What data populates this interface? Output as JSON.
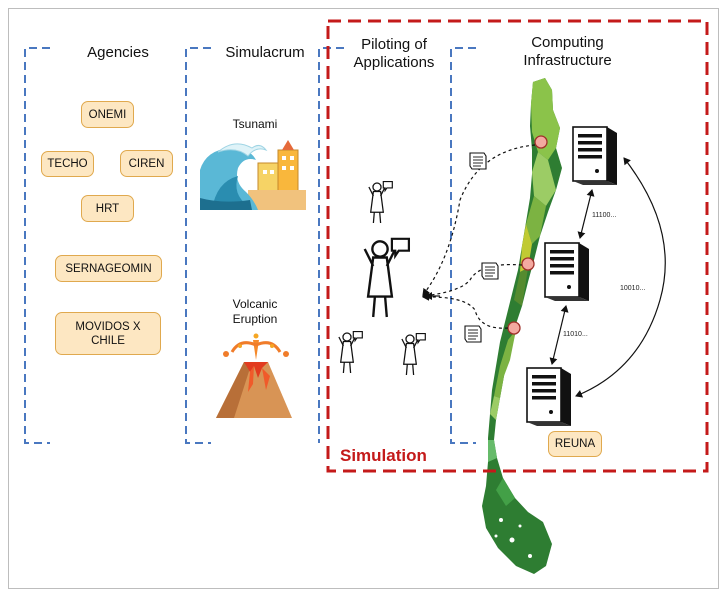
{
  "headers": {
    "agencies": "Agencies",
    "simulacrum": "Simulacrum",
    "piloting": "Piloting of\nApplications",
    "computing": "Computing\nInfrastructure"
  },
  "agencies": [
    "ONEMI",
    "TECHO",
    "CIREN",
    "HRT",
    "SERNAGEOMIN",
    "MOVIDOS X\nCHILE"
  ],
  "simulacrum": {
    "tsunami_label": "Tsunami",
    "volcano_label": "Volcanic\nEruption"
  },
  "simulation": {
    "label": "Simulation",
    "color": "#c41a1a"
  },
  "infrastructure": {
    "network_label": "REUNA",
    "binary_1": "11100...",
    "binary_2": "10010...",
    "binary_3": "11010..."
  },
  "colors": {
    "column_border": "#4a78c0",
    "agency_fill": "#fde7c2",
    "agency_border": "#e0a94e",
    "map_green_light": "#8bc34a",
    "map_green_dark": "#2e7d32",
    "node_pin": "#f3a9a0"
  },
  "icons": [
    "tsunami-icon",
    "volcano-icon",
    "person-icon",
    "server-icon",
    "message-icon",
    "map-pin-icon"
  ]
}
